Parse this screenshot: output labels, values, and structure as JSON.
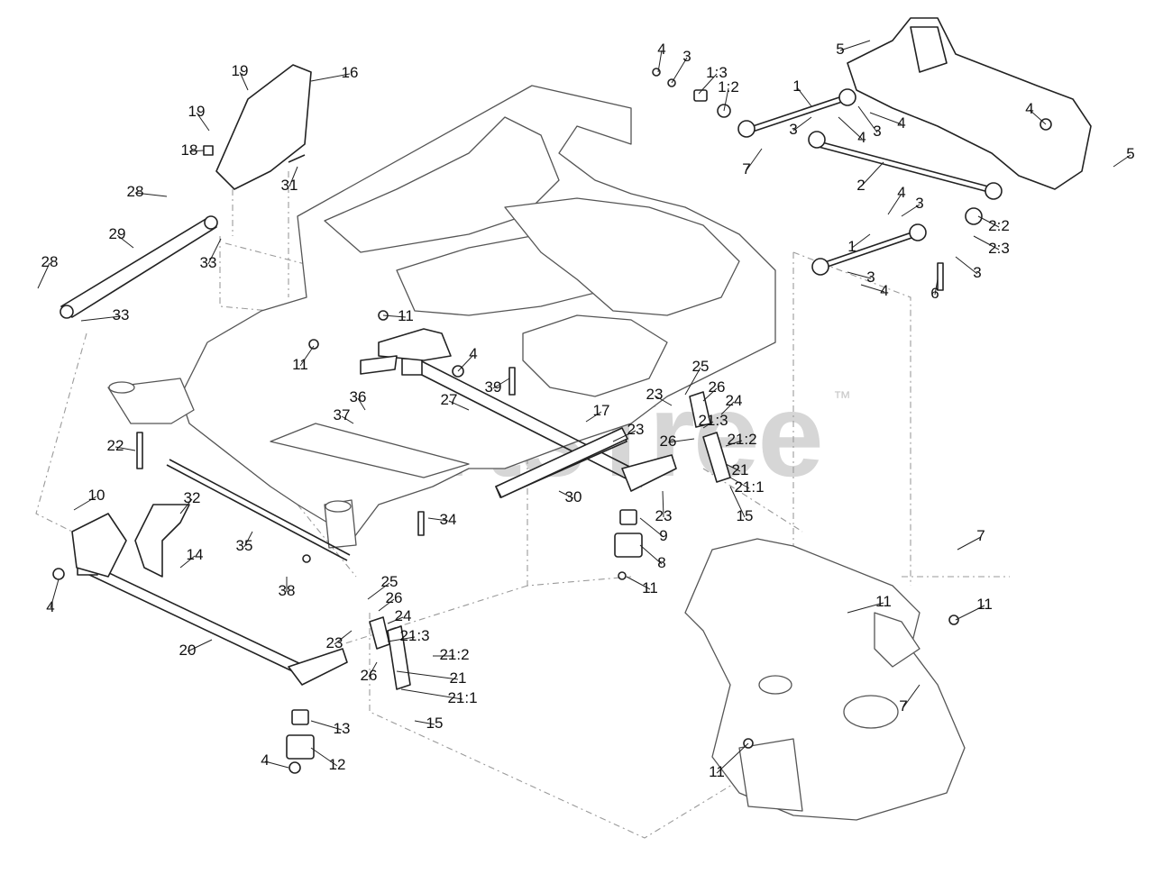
{
  "watermark": {
    "text": "PartsTree",
    "mark": "™"
  },
  "callouts": [
    {
      "label": "4"
    },
    {
      "label": "3"
    },
    {
      "label": "1:3"
    },
    {
      "label": "1:2"
    },
    {
      "label": "1"
    },
    {
      "label": "5"
    },
    {
      "label": "3"
    },
    {
      "label": "4"
    },
    {
      "label": "3"
    },
    {
      "label": "4"
    },
    {
      "label": "4"
    },
    {
      "label": "7"
    },
    {
      "label": "2"
    },
    {
      "label": "5"
    },
    {
      "label": "4"
    },
    {
      "label": "3"
    },
    {
      "label": "1"
    },
    {
      "label": "2:2"
    },
    {
      "label": "2:3"
    },
    {
      "label": "3"
    },
    {
      "label": "3"
    },
    {
      "label": "4"
    },
    {
      "label": "6"
    },
    {
      "label": "19"
    },
    {
      "label": "16"
    },
    {
      "label": "19"
    },
    {
      "label": "18"
    },
    {
      "label": "31"
    },
    {
      "label": "28"
    },
    {
      "label": "29"
    },
    {
      "label": "33"
    },
    {
      "label": "28"
    },
    {
      "label": "33"
    },
    {
      "label": "11"
    },
    {
      "label": "11"
    },
    {
      "label": "4"
    },
    {
      "label": "39"
    },
    {
      "label": "25"
    },
    {
      "label": "26"
    },
    {
      "label": "23"
    },
    {
      "label": "24"
    },
    {
      "label": "21:3"
    },
    {
      "label": "36"
    },
    {
      "label": "37"
    },
    {
      "label": "27"
    },
    {
      "label": "17"
    },
    {
      "label": "23"
    },
    {
      "label": "26"
    },
    {
      "label": "21:2"
    },
    {
      "label": "21"
    },
    {
      "label": "21:1"
    },
    {
      "label": "22"
    },
    {
      "label": "30"
    },
    {
      "label": "23"
    },
    {
      "label": "15"
    },
    {
      "label": "9"
    },
    {
      "label": "10"
    },
    {
      "label": "32"
    },
    {
      "label": "14"
    },
    {
      "label": "34"
    },
    {
      "label": "8"
    },
    {
      "label": "11"
    },
    {
      "label": "35"
    },
    {
      "label": "11"
    },
    {
      "label": "4"
    },
    {
      "label": "38"
    },
    {
      "label": "7"
    },
    {
      "label": "11"
    },
    {
      "label": "7"
    },
    {
      "label": "20"
    },
    {
      "label": "25"
    },
    {
      "label": "26"
    },
    {
      "label": "24"
    },
    {
      "label": "23"
    },
    {
      "label": "21:3"
    },
    {
      "label": "21:2"
    },
    {
      "label": "26"
    },
    {
      "label": "21"
    },
    {
      "label": "21:1"
    },
    {
      "label": "15"
    },
    {
      "label": "13"
    },
    {
      "label": "12"
    },
    {
      "label": "4"
    },
    {
      "label": "11"
    }
  ]
}
